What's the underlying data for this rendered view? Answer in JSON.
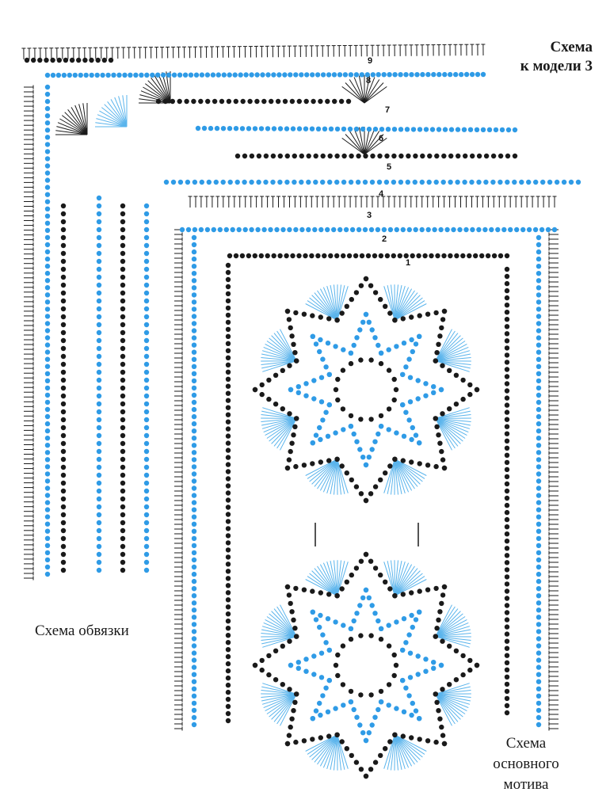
{
  "diagram": {
    "title_line1": "Схема",
    "title_line2": "к модели 3",
    "border_caption": "Схема обвязки",
    "motif_caption_line1": "Схема",
    "motif_caption_line2": "основного",
    "motif_caption_line3": "мотива",
    "round_numbers": [
      "1",
      "2",
      "3",
      "4",
      "5",
      "6",
      "7",
      "8",
      "9"
    ],
    "colors": {
      "ink_black": "#1a1a1a",
      "ink_blue": "#2f9be6",
      "stitch_blue": "#5ab4ec"
    }
  }
}
